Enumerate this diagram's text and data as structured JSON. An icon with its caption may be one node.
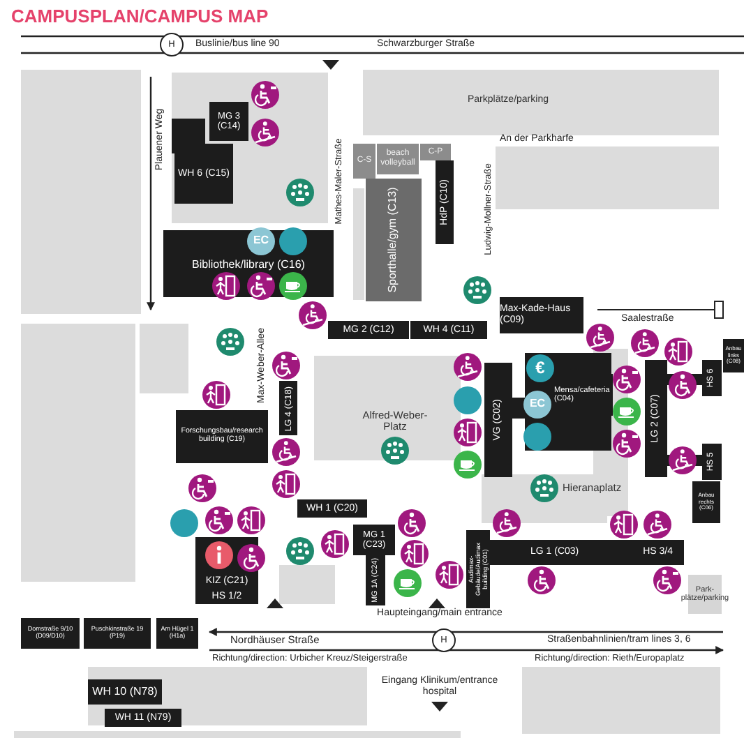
{
  "diagram": {
    "title": "CAMPUSPLAN/CAMPUS MAP",
    "nodes": [
      {
        "text": [
          "MG 3 (C14)"
        ]
      },
      {
        "text": [
          "WH 6 (C15)"
        ]
      },
      {
        "text": [
          "Bibliothek/library (C16)"
        ]
      },
      {
        "text": [
          "C-S"
        ]
      },
      {
        "text": [
          "beach volleyball"
        ]
      },
      {
        "text": [
          "C-P"
        ]
      },
      {
        "text": [
          "Sporthalle/gym (C13)"
        ]
      },
      {
        "text": [
          "HdP (C10)"
        ]
      },
      {
        "text": [
          "Max-Kade-Haus (C09)"
        ]
      },
      {
        "text": [
          "MG 2 (C12)"
        ]
      },
      {
        "text": [
          "WH 4 (C11)"
        ]
      },
      {
        "text": [
          "LG 4 (C18)"
        ]
      },
      {
        "text": [
          "Forschungsbau/research building (C19)"
        ]
      },
      {
        "text": [
          "WH 1 (C20)"
        ]
      },
      {
        "text": [
          "KIZ (C21)",
          "HS 1/2"
        ]
      },
      {
        "text": [
          "MG 1 (C23)"
        ]
      },
      {
        "text": [
          "MG 1A (C24)"
        ]
      },
      {
        "text": [
          "Audimax-Gebäude/Audimax building (C01)"
        ]
      },
      {
        "text": [
          "LG 1 (C03)",
          "HS 3/4"
        ]
      },
      {
        "text": [
          "VG (C02)"
        ]
      },
      {
        "text": [
          "Mensa/cafeteria (C04)"
        ]
      },
      {
        "text": [
          "LG 2 (C07)"
        ]
      },
      {
        "text": [
          "HS 6"
        ]
      },
      {
        "text": [
          "HS 5"
        ]
      },
      {
        "text": [
          "Anbau links (C08)"
        ]
      },
      {
        "text": [
          "Anbau rechts (C06)"
        ]
      },
      {
        "text": [
          "Domstraße 9/10 (D09/D10)"
        ]
      },
      {
        "text": [
          "Puschkinstraße 19 (P19)"
        ]
      },
      {
        "text": [
          "Am Hügel 1 (H1a)"
        ]
      },
      {
        "text": [
          "WH 10 (N78)"
        ]
      },
      {
        "text": [
          "WH 11 (N79)"
        ]
      },
      {
        "text": [
          "Park-plätze/parking"
        ]
      }
    ],
    "labels": [
      "Buslinie/bus line 90",
      "Schwarzburger Straße",
      "Parkplätze/parking",
      "An der Parkharfe",
      "Plauener Weg",
      "Mathes-Maler-Straße",
      "Ludwig-Mollner-Straße",
      "Saalestraße",
      "Max-Weber-Allee",
      "Alfred-Weber-Platz",
      "Hieranaplatz",
      "Haupteingang/main entrance",
      "Nordhäuser Straße",
      "Straßenbahnlinien/tram lines 3, 6",
      "Richtung/direction: Urbicher Kreuz/Steigerstraße",
      "Richtung/direction: Rieth/Europaplatz",
      "Eingang Klinikum/entrance hospital",
      "H",
      "H",
      "€",
      "EC",
      "EC"
    ]
  }
}
